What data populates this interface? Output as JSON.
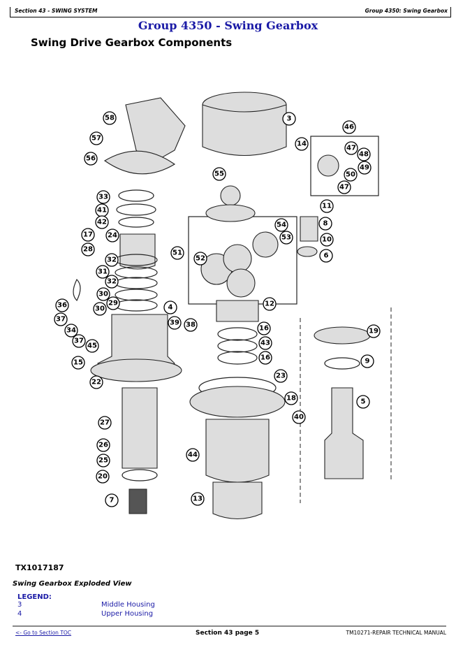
{
  "header": {
    "section": "Section 43 - SWING SYSTEM",
    "group": "Group 4350: Swing Gearbox"
  },
  "title": "Group 4350 - Swing Gearbox",
  "subtitle": "Swing Drive Gearbox Components",
  "figure": {
    "id": "TX1017187",
    "caption": "Swing Gearbox Exploded View",
    "callouts": [
      "58",
      "57",
      "56",
      "3",
      "14",
      "46",
      "47",
      "48",
      "49",
      "50",
      "47",
      "55",
      "11",
      "8",
      "54",
      "53",
      "10",
      "6",
      "51",
      "52",
      "33",
      "41",
      "42",
      "17",
      "24",
      "28",
      "32",
      "31",
      "32",
      "30",
      "29",
      "30",
      "36",
      "37",
      "34",
      "37",
      "45",
      "15",
      "4",
      "39",
      "38",
      "12",
      "16",
      "43",
      "16",
      "19",
      "9",
      "22",
      "23",
      "18",
      "5",
      "40",
      "27",
      "26",
      "25",
      "20",
      "44",
      "13",
      "7"
    ]
  },
  "legend": {
    "heading": "LEGEND:",
    "items": [
      {
        "num": "3",
        "desc": "Middle Housing"
      },
      {
        "num": "4",
        "desc": "Upper Housing"
      }
    ]
  },
  "footer": {
    "toc_link": "<- Go to Section TOC",
    "page": "Section 43 page 5",
    "manual": "TM10271-REPAIR TECHNICAL MANUAL"
  }
}
